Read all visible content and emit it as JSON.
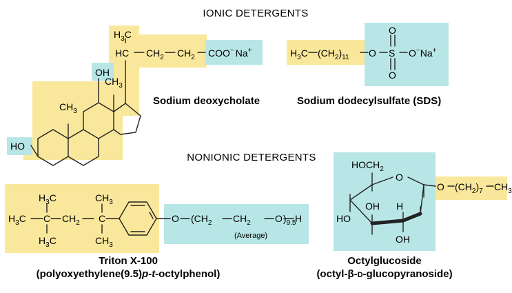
{
  "headings": {
    "ionic": "IONIC DETERGENTS",
    "nonionic": "NONIONIC DETERGENTS"
  },
  "names": {
    "deoxycholate": "Sodium deoxycholate",
    "sds": "Sodium dodecylsulfate (SDS)",
    "triton": "Triton X-100",
    "triton_full_pre": "(polyoxyethylene(9.5)",
    "triton_full_p": "p",
    "triton_full_dash1": "-",
    "triton_full_t": "t",
    "triton_full_post": "-octylphenol)",
    "octyl": "Octylglucoside",
    "octyl_full_pre": "(octyl-",
    "octyl_full_beta": "β",
    "octyl_full_dash": "-",
    "octyl_full_d": "D",
    "octyl_full_post": "-glucopyranoside)"
  },
  "atoms": {
    "H": "H",
    "C": "C",
    "O": "O",
    "Na": "Na",
    "S": "S",
    "three": "3",
    "two": "2",
    "eleven": "11",
    "seven": "7",
    "nine_five": "9.5",
    "plus": "+",
    "minus": "−",
    "CH3": "CH",
    "CH2": "CH",
    "HC": "HC",
    "HO": "HO",
    "OH": "OH",
    "COO": "COO",
    "HOCH": "HOCH",
    "average": "(Average)"
  },
  "colors": {
    "hydrophobic": "#f9e79b",
    "hydrophilic": "#b8e6e6",
    "line": "#222222"
  }
}
